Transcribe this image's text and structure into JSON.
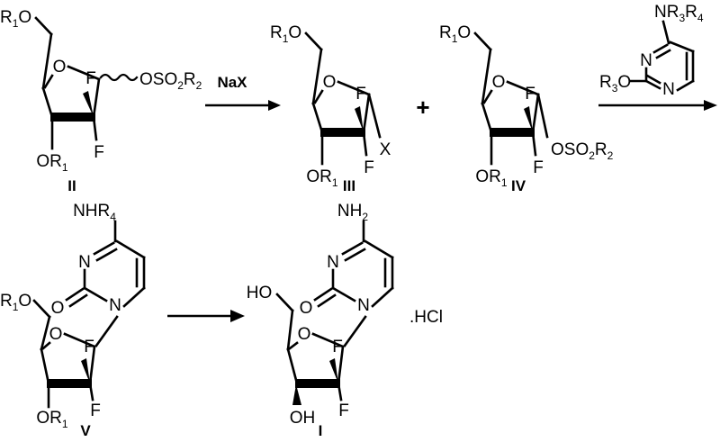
{
  "scheme": {
    "title": "Gemcitabine hydrochloride synthesis scheme",
    "rows": [
      {
        "row_id": "top-row",
        "items": [
          "II",
          "NaX",
          "III",
          "+",
          "IV",
          "pyrimidine-reagent"
        ]
      },
      {
        "row_id": "bottom-row",
        "items": [
          "V",
          "arrow",
          "I"
        ]
      }
    ]
  },
  "structures": {
    "II": {
      "label": "II",
      "atoms": {
        "r1o_5": "R",
        "r1o_5_sub": "1",
        "r1o_5_o": "O",
        "ring_o": "O",
        "f_up": "F",
        "f_down": "F",
        "or1_3": "OR",
        "or1_3_sub": "1",
        "leaving": "OSO",
        "leaving_sub2": "2",
        "leaving_r": "R",
        "leaving_rsub": "2"
      }
    },
    "III": {
      "label": "III",
      "atoms": {
        "r1o_5": "R",
        "r1o_5_sub": "1",
        "r1o_5_o": "O",
        "ring_o": "O",
        "f_up": "F",
        "f_down": "F",
        "or1_3": "OR",
        "or1_3_sub": "1",
        "x_group": "X"
      }
    },
    "IV": {
      "label": "IV",
      "atoms": {
        "r1o_5": "R",
        "r1o_5_sub": "1",
        "r1o_5_o": "O",
        "ring_o": "O",
        "f_up": "F",
        "f_down": "F",
        "or1_3": "OR",
        "or1_3_sub": "1",
        "leaving": "OSO",
        "leaving_sub2": "2",
        "leaving_r": "R",
        "leaving_rsub": "2"
      }
    },
    "V": {
      "label": "V",
      "atoms": {
        "nhr4": "NHR",
        "nhr4_sub": "4",
        "ring_n3": "N",
        "ring_n1": "N",
        "carbonyl_o": "O",
        "r1o_5": "R",
        "r1o_5_sub": "1",
        "r1o_5_o": "O",
        "ring_o": "O",
        "f_up": "F",
        "f_down": "F",
        "or1_3": "OR",
        "or1_3_sub": "1"
      }
    },
    "I": {
      "label": "I",
      "atoms": {
        "nh2": "NH",
        "nh2_sub": "2",
        "ring_n3": "N",
        "ring_n1": "N",
        "carbonyl_o": "O",
        "ho_5": "HO",
        "ring_o": "O",
        "f_up": "F",
        "f_down": "F",
        "oh_3": "OH"
      },
      "salt": ".HCl"
    },
    "pyrimidine_reagent": {
      "atoms": {
        "amine": "NR",
        "amine_sub3": "3",
        "amine_r4": "R",
        "amine_sub4": "4",
        "ring_n_upper": "N",
        "ring_n_lower": "N",
        "o_sub": "R",
        "o_sub_num": "3",
        "o_sub_o": "O"
      }
    }
  },
  "reagents": {
    "nax": "NaX"
  },
  "operators": {
    "plus": "+"
  },
  "colors": {
    "ink": "#000000",
    "background": "#ffffff"
  }
}
